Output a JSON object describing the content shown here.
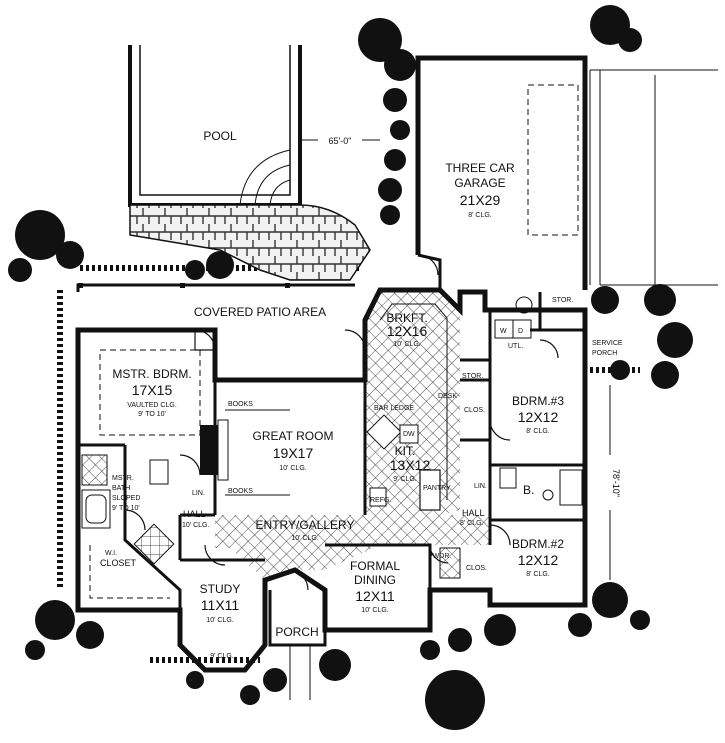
{
  "rooms": {
    "pool": "POOL",
    "garage_name1": "THREE CAR",
    "garage_name2": "GARAGE",
    "garage_size": "21X29",
    "garage_clg": "8' CLG.",
    "stor1": "STOR.",
    "service_porch1": "SERVICE",
    "service_porch2": "PORCH",
    "covered_patio": "COVERED PATIO AREA",
    "brkft_name": "BRKFT.",
    "brkft_size": "12X16",
    "brkft_clg": "10' CLG.",
    "mstr_bdrm_name": "MSTR. BDRM.",
    "mstr_bdrm_size": "17X15",
    "mstr_bdrm_clg1": "VAULTED CLG.",
    "mstr_bdrm_clg2": "9' TO 10'",
    "books_top": "BOOKS",
    "books_bottom": "BOOKS",
    "great_room_name": "GREAT ROOM",
    "great_room_size": "19X17",
    "great_room_clg": "10' CLG.",
    "bar_ledge": "BAR LEDGE",
    "dw": "DW",
    "kit_name": "KIT.",
    "kit_size": "13X12",
    "kit_clg": "9' CLG.",
    "desk": "DESK",
    "pantry": "PANTRY",
    "refg": "REFG.",
    "stor2": "STOR.",
    "utl": "UTL.",
    "w": "W",
    "d": "D",
    "clos1": "CLOS.",
    "bdrm3_name": "BDRM.#3",
    "bdrm3_size": "12X12",
    "bdrm3_clg": "8' CLG.",
    "bath_b": "B.",
    "lin1": "LIN.",
    "lin2": "LIN.",
    "hall2_name": "HALL",
    "hall2_clg": "8' CLG.",
    "bdrm2_name": "BDRM.#2",
    "bdrm2_size": "12X12",
    "bdrm2_clg": "8' CLG.",
    "clos2": "CLOS.",
    "pwdr": "PWDR.",
    "mstr_bath1": "MSTR.",
    "mstr_bath2": "BATH",
    "mstr_bath3": "SLOPED",
    "mstr_bath4": "9' TO 10'",
    "hall1_name": "HALL",
    "hall1_clg": "10' CLG.",
    "entry_name": "ENTRY/GALLERY",
    "entry_clg": "10' CLG.",
    "closet1": "W.I.",
    "closet2": "CLOSET",
    "study_name": "STUDY",
    "study_size": "11X11",
    "study_clg1": "10' CLG.",
    "study_clg2": "9' CLG.",
    "formal_dining_name1": "FORMAL",
    "formal_dining_name2": "DINING",
    "formal_dining_size": "12X11",
    "formal_dining_clg": "10' CLG.",
    "porch": "PORCH"
  },
  "dimensions": {
    "width": "65'-0\"",
    "depth": "78'-10\""
  }
}
